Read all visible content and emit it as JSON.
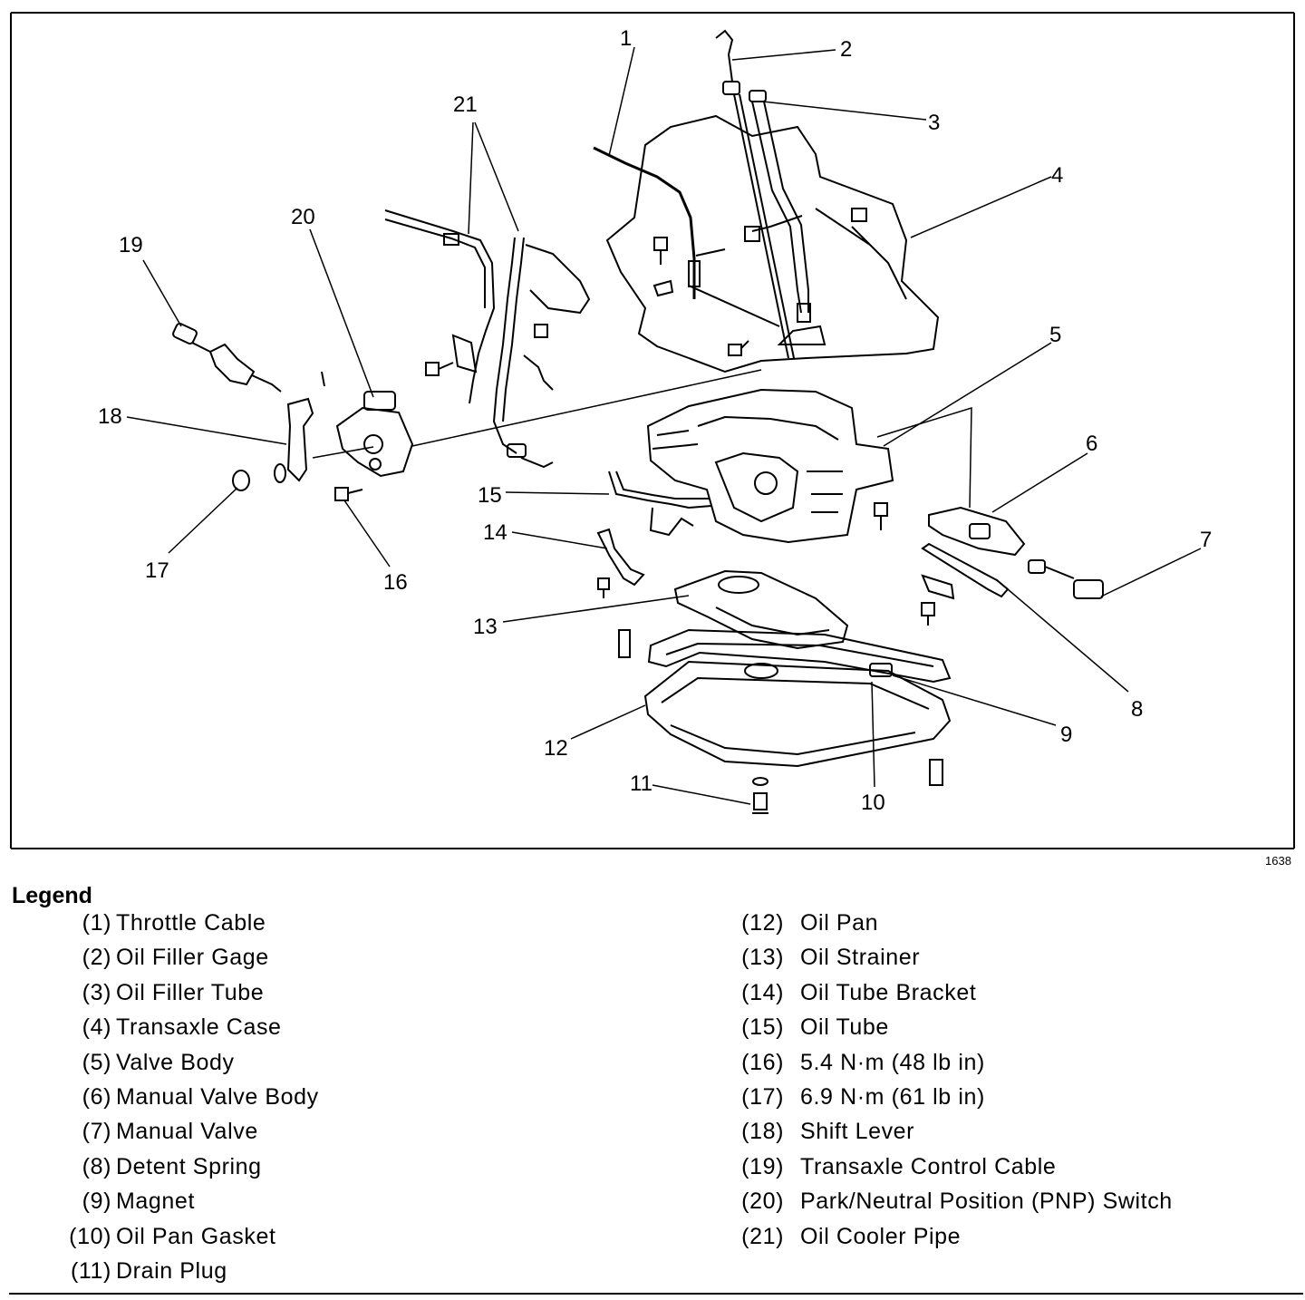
{
  "figure": {
    "callouts": [
      "1",
      "2",
      "3",
      "4",
      "5",
      "6",
      "7",
      "8",
      "9",
      "10",
      "11",
      "12",
      "13",
      "14",
      "15",
      "16",
      "17",
      "18",
      "19",
      "20",
      "21"
    ],
    "figure_id": "1638"
  },
  "legend": {
    "title": "Legend",
    "left": [
      {
        "num": "(1)",
        "text": "Throttle Cable"
      },
      {
        "num": "(2)",
        "text": "Oil Filler Gage"
      },
      {
        "num": "(3)",
        "text": "Oil Filler Tube"
      },
      {
        "num": "(4)",
        "text": "Transaxle Case"
      },
      {
        "num": "(5)",
        "text": "Valve Body"
      },
      {
        "num": "(6)",
        "text": "Manual Valve Body"
      },
      {
        "num": "(7)",
        "text": "Manual Valve"
      },
      {
        "num": "(8)",
        "text": "Detent Spring"
      },
      {
        "num": "(9)",
        "text": "Magnet"
      },
      {
        "num": "(10)",
        "text": "Oil Pan Gasket"
      },
      {
        "num": "(11)",
        "text": "Drain Plug"
      }
    ],
    "right": [
      {
        "num": "(12)",
        "text": "Oil Pan"
      },
      {
        "num": "(13)",
        "text": "Oil Strainer"
      },
      {
        "num": "(14)",
        "text": "Oil Tube Bracket"
      },
      {
        "num": "(15)",
        "text": "Oil Tube"
      },
      {
        "num": "(16)",
        "text": "5.4 N·m (48 lb in)"
      },
      {
        "num": "(17)",
        "text": "6.9 N·m (61 lb in)"
      },
      {
        "num": "(18)",
        "text": "Shift Lever"
      },
      {
        "num": "(19)",
        "text": "Transaxle Control Cable"
      },
      {
        "num": "(20)",
        "text": "Park/Neutral Position (PNP) Switch"
      },
      {
        "num": "(21)",
        "text": "Oil Cooler Pipe"
      }
    ]
  }
}
